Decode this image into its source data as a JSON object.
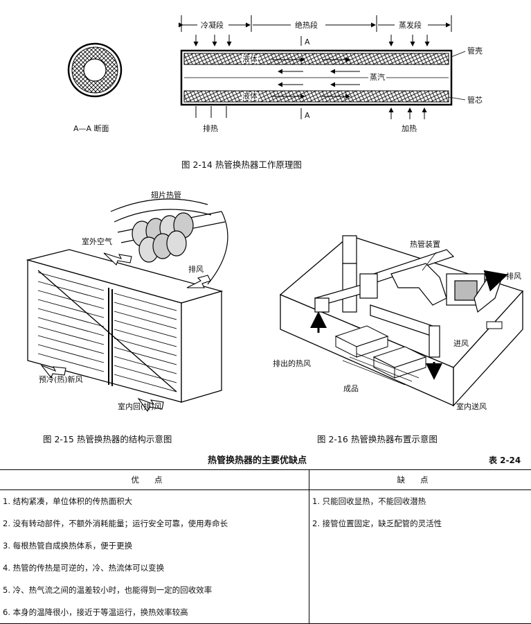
{
  "fig14": {
    "seg_cond": "冷凝段",
    "seg_adia": "绝热段",
    "seg_evap": "蒸发段",
    "liquid_top": "液体",
    "liquid_bottom": "液体",
    "vapor": "蒸汽",
    "shell": "管壳",
    "wick": "管芯",
    "sec_top": "A",
    "sec_bottom": "A",
    "heat_out": "排热",
    "heat_in": "加热",
    "section_label": "A—A 断面",
    "caption": "图 2-14   热管换热器工作原理图"
  },
  "fig15": {
    "finned": "翅片热管",
    "outdoor": "室外空气",
    "exhaust": "排风",
    "precool": "预冷(热)新风",
    "indoor": "室内回(排)风",
    "caption": "图 2-15   热管换热器的结构示意图"
  },
  "fig16": {
    "device": "热管装置",
    "exhaust": "排风",
    "hot_out": "排出的热风",
    "intake": "进风",
    "product": "成品",
    "supply": "室内送风",
    "caption": "图 2-16   热管换热器布置示意图"
  },
  "table": {
    "title": "热管换热器的主要优缺点",
    "number": "表 2-24",
    "header_adv": "优点",
    "header_dis": "缺点",
    "rows": [
      {
        "adv": "1. 结构紧凑，单位体积的传热面积大",
        "dis": "1. 只能回收显热，不能回收潜热"
      },
      {
        "adv": "2. 没有转动部件，不额外消耗能量；运行安全可靠，使用寿命长",
        "dis": "2. 接管位置固定，缺乏配管的灵活性"
      },
      {
        "adv": "3. 每根热管自成换热体系，便于更换",
        "dis": ""
      },
      {
        "adv": "4. 热管的传热是可逆的，冷、热流体可以变换",
        "dis": ""
      },
      {
        "adv": "5. 冷、热气流之间的温差较小时，也能得到一定的回收效率",
        "dis": ""
      },
      {
        "adv": "6. 本身的温降很小，接近于等温运行，换热效率较高",
        "dis": ""
      }
    ]
  }
}
